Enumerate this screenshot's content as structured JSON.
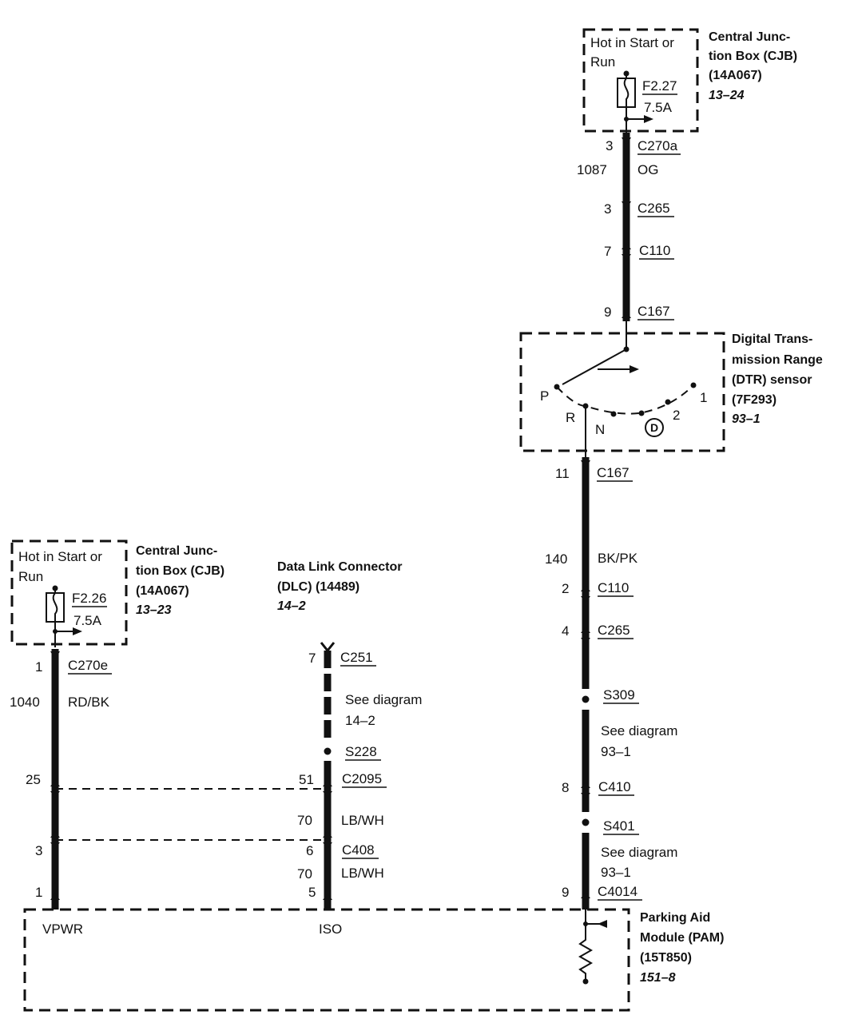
{
  "top_cjb": {
    "hot_line1": "Hot in Start or",
    "hot_line2": "Run",
    "fuse_id": "F2.27",
    "fuse_rating": "7.5A",
    "name_line1": "Central Junc-",
    "name_line2": "tion Box (CJB)",
    "part_no": "(14A067)",
    "ref": "13–24"
  },
  "top_circuit": {
    "pin_c270a": "3",
    "conn_c270a": "C270a",
    "circuit_no": "1087",
    "wire_color": "OG",
    "pin_c265": "3",
    "conn_c265": "C265",
    "pin_c110": "7",
    "conn_c110": "C110",
    "pin_c167": "9",
    "conn_c167": "C167"
  },
  "dtr": {
    "name_line1": "Digital Trans-",
    "name_line2": "mission Range",
    "name_line3": "(DTR) sensor",
    "part_no": "(7F293)",
    "ref": "93–1",
    "pos_p": "P",
    "pos_r": "R",
    "pos_n": "N",
    "pos_d": "D",
    "pos_2": "2",
    "pos_1": "1"
  },
  "right_circuit": {
    "pin_c167": "11",
    "conn_c167": "C167",
    "circuit_no": "140",
    "wire_color": "BK/PK",
    "pin_c110": "2",
    "conn_c110": "C110",
    "pin_c265": "4",
    "conn_c265": "C265",
    "splice_s309": "S309",
    "see_1a": "See diagram",
    "see_1b": "93–1",
    "pin_c410": "8",
    "conn_c410": "C410",
    "splice_s401": "S401",
    "see_2a": "See diagram",
    "see_2b": "93–1",
    "pin_c4014": "9",
    "conn_c4014": "C4014"
  },
  "left_cjb": {
    "hot_line1": "Hot in Start or",
    "hot_line2": "Run",
    "fuse_id": "F2.26",
    "fuse_rating": "7.5A",
    "name_line1": "Central Junc-",
    "name_line2": "tion Box (CJB)",
    "part_no": "(14A067)",
    "ref": "13–23"
  },
  "left_circuit": {
    "pin_c270e": "1",
    "conn_c270e": "C270e",
    "circuit_no": "1040",
    "wire_color": "RD/BK",
    "pin_25": "25",
    "pin_3": "3",
    "pin_1": "1"
  },
  "dlc": {
    "name_line1": "Data Link Connector",
    "name_line2": "(DLC) (14489)",
    "ref": "14–2",
    "pin_c251": "7",
    "conn_c251": "C251",
    "see_a": "See diagram",
    "see_b": "14–2",
    "splice_s228": "S228",
    "pin_c2095": "51",
    "conn_c2095": "C2095",
    "circuit_no_1": "70",
    "wire_color_1": "LB/WH",
    "pin_c408": "6",
    "conn_c408": "C408",
    "circuit_no_2": "70",
    "wire_color_2": "LB/WH",
    "pin_5": "5"
  },
  "pam": {
    "vpwr": "VPWR",
    "iso": "ISO",
    "name_line1": "Parking Aid",
    "name_line2": "Module (PAM)",
    "part_no": "(15T850)",
    "ref": "151–8"
  }
}
